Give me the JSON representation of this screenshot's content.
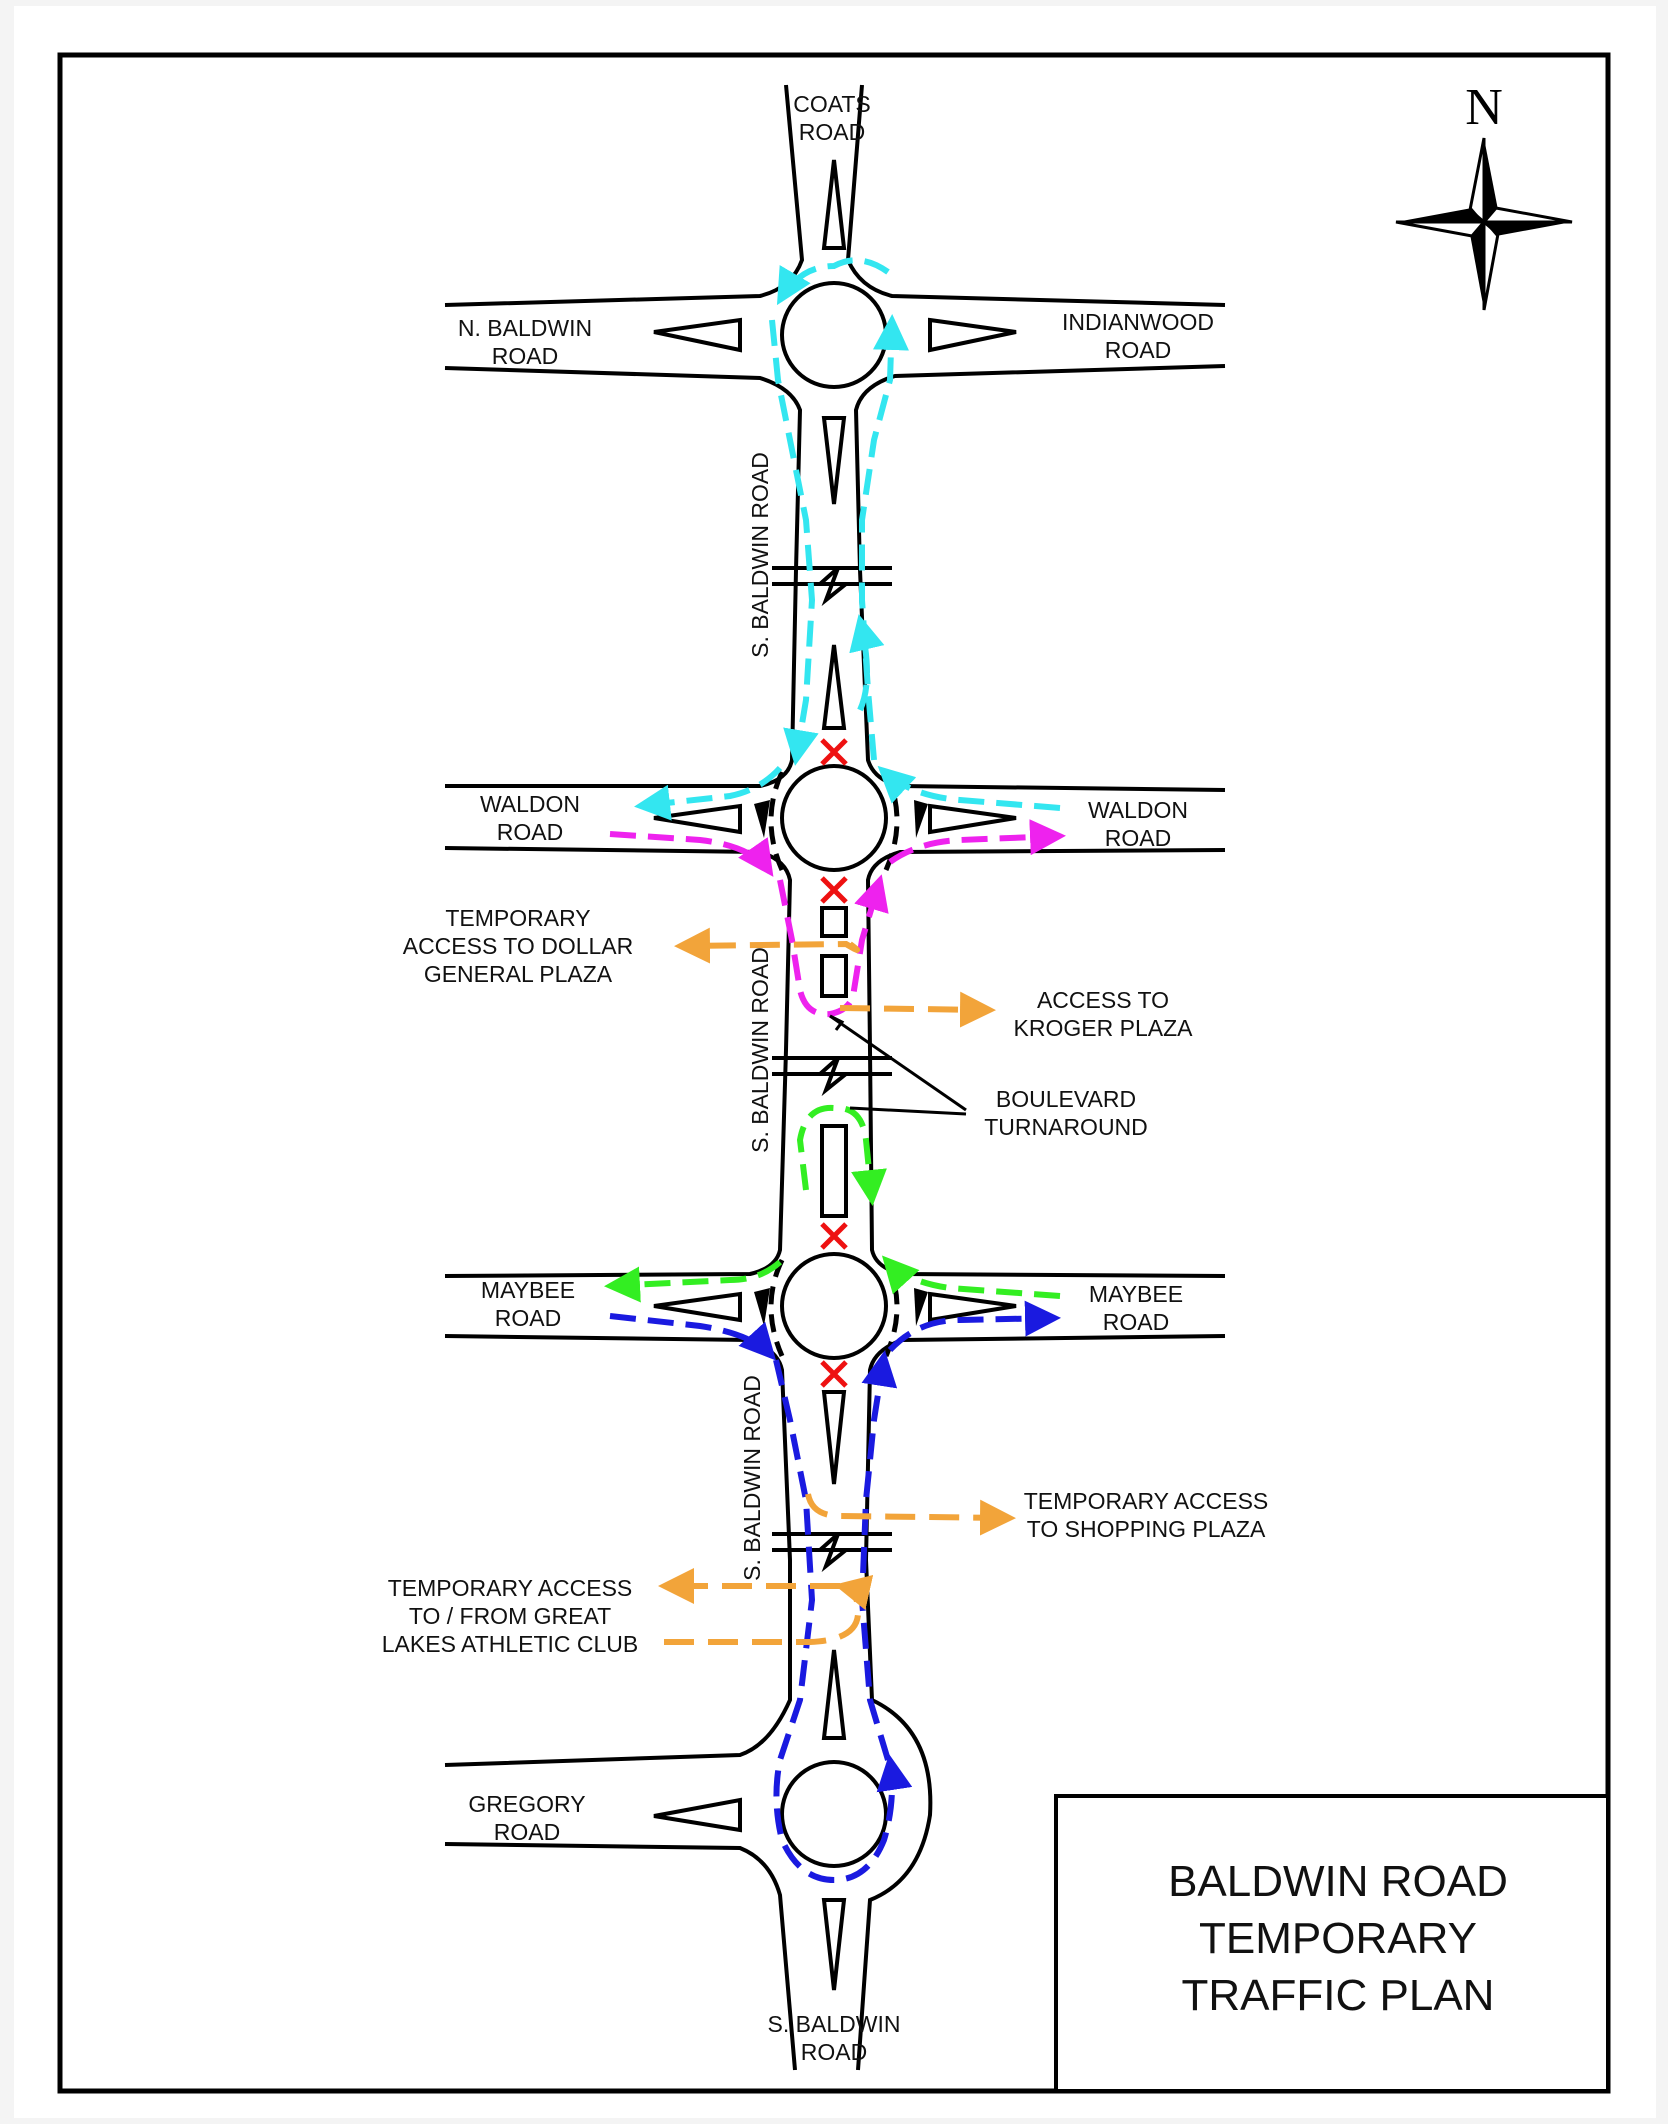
{
  "title_lines": [
    "BALDWIN ROAD",
    "TEMPORARY",
    "TRAFFIC PLAN"
  ],
  "north_label": "N",
  "roads": {
    "coats": [
      "COATS",
      "ROAD"
    ],
    "n_baldwin": [
      "N. BALDWIN",
      "ROAD"
    ],
    "indianwood": [
      "INDIANWOOD",
      "ROAD"
    ],
    "waldon_w": [
      "WALDON",
      "ROAD"
    ],
    "waldon_e": [
      "WALDON",
      "ROAD"
    ],
    "maybee_w": [
      "MAYBEE",
      "ROAD"
    ],
    "maybee_e": [
      "MAYBEE",
      "ROAD"
    ],
    "gregory": [
      "GREGORY",
      "ROAD"
    ],
    "s_baldwin_bottom": [
      "S. BALDWIN",
      "ROAD"
    ],
    "s_baldwin_vertical": "S. BALDWIN ROAD"
  },
  "annotations": {
    "dollar_general": [
      "TEMPORARY",
      "ACCESS TO DOLLAR",
      "GENERAL PLAZA"
    ],
    "kroger": [
      "ACCESS TO",
      "KROGER PLAZA"
    ],
    "boulevard": [
      "BOULEVARD",
      "TURNAROUND"
    ],
    "shopping_plaza": [
      "TEMPORARY ACCESS",
      "TO SHOPPING PLAZA"
    ],
    "great_lakes": [
      "TEMPORARY ACCESS",
      "TO / FROM GREAT",
      "LAKES ATHLETIC CLUB"
    ]
  },
  "colors": {
    "cyan_route": "#33e6f0",
    "magenta_route": "#ee22ee",
    "green_route": "#33ee22",
    "blue_route": "#1a1ae0",
    "orange_access": "#f2a43a",
    "closure_x": "#ee1111"
  }
}
